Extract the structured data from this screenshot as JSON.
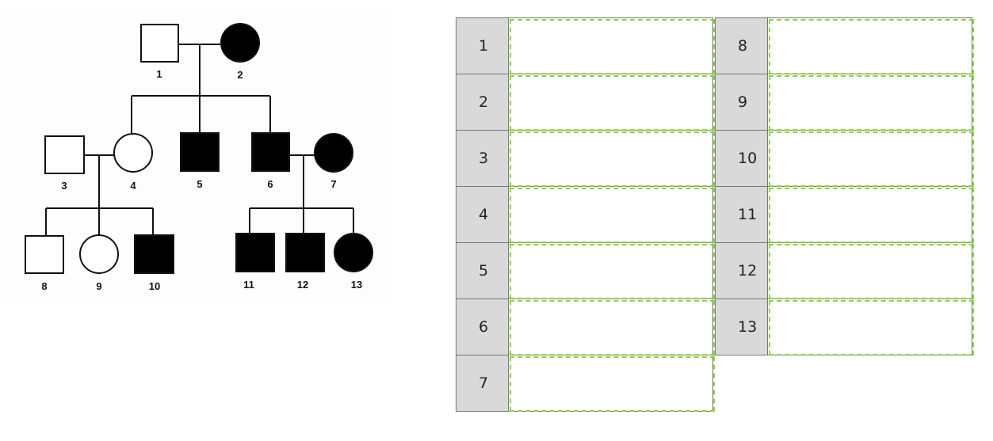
{
  "pedigree": {
    "individuals": [
      {
        "id": "1",
        "sex": "male",
        "affected": false
      },
      {
        "id": "2",
        "sex": "female",
        "affected": true
      },
      {
        "id": "3",
        "sex": "male",
        "affected": false
      },
      {
        "id": "4",
        "sex": "female",
        "affected": false
      },
      {
        "id": "5",
        "sex": "male",
        "affected": true
      },
      {
        "id": "6",
        "sex": "male",
        "affected": true
      },
      {
        "id": "7",
        "sex": "female",
        "affected": true
      },
      {
        "id": "8",
        "sex": "male",
        "affected": false
      },
      {
        "id": "9",
        "sex": "female",
        "affected": false
      },
      {
        "id": "10",
        "sex": "male",
        "affected": true
      },
      {
        "id": "11",
        "sex": "male",
        "affected": true
      },
      {
        "id": "12",
        "sex": "male",
        "affected": true
      },
      {
        "id": "13",
        "sex": "female",
        "affected": true
      }
    ]
  },
  "answer_table": {
    "left": [
      {
        "label": "1",
        "value": ""
      },
      {
        "label": "2",
        "value": ""
      },
      {
        "label": "3",
        "value": ""
      },
      {
        "label": "4",
        "value": ""
      },
      {
        "label": "5",
        "value": ""
      },
      {
        "label": "6",
        "value": ""
      },
      {
        "label": "7",
        "value": ""
      }
    ],
    "right": [
      {
        "label": "8",
        "value": ""
      },
      {
        "label": "9",
        "value": ""
      },
      {
        "label": "10",
        "value": ""
      },
      {
        "label": "11",
        "value": ""
      },
      {
        "label": "12",
        "value": ""
      },
      {
        "label": "13",
        "value": ""
      }
    ]
  }
}
